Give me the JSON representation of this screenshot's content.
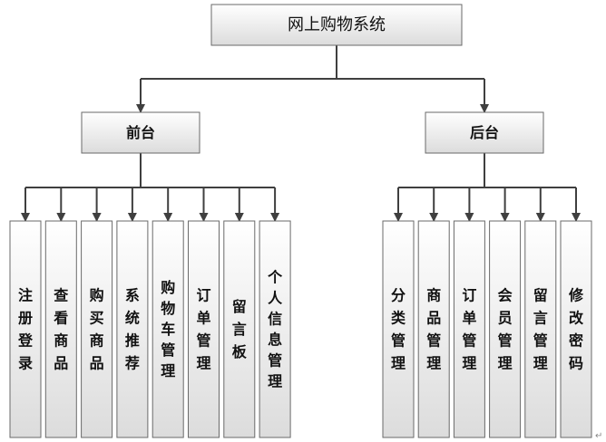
{
  "root": {
    "label": "网上购物系统"
  },
  "branches": [
    {
      "id": "frontend",
      "label": "前台",
      "children": [
        "注册登录",
        "查看商品",
        "购买商品",
        "系统推荐",
        "购物车管理",
        "订单管理",
        "留言板",
        "个人信息管理"
      ]
    },
    {
      "id": "backend",
      "label": "后台",
      "children": [
        "分类管理",
        "商品管理",
        "订单管理",
        "会员管理",
        "留言管理",
        "修改密码"
      ]
    }
  ],
  "corner_mark": "↵"
}
